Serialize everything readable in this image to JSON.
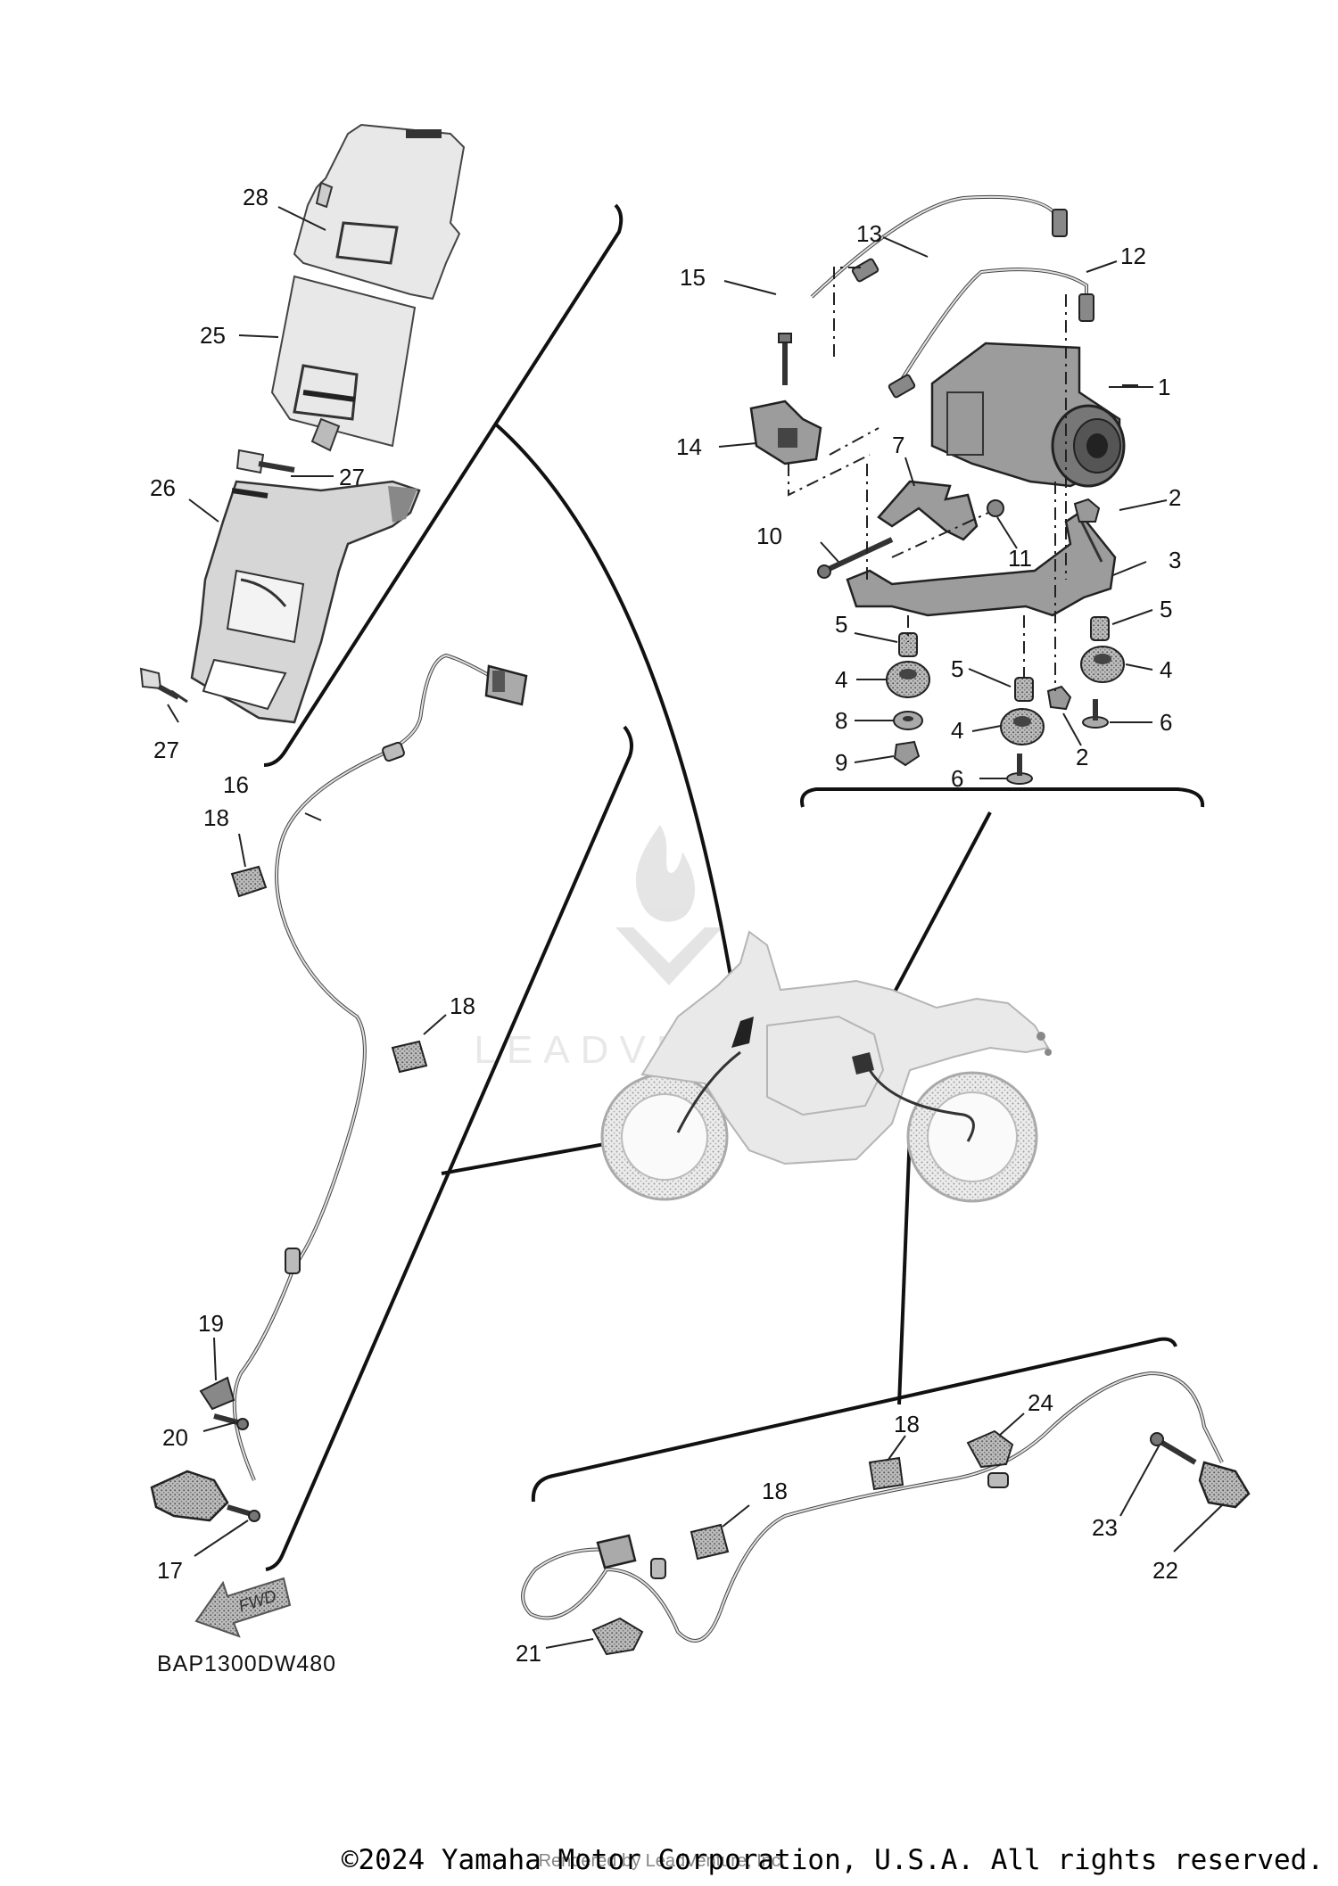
{
  "diagram": {
    "diagram_code": "BAP1300DW480",
    "fwd_label": "FWD",
    "copyright": "©2024 Yamaha Motor Corporation, U.S.A. All rights reserved.",
    "rendered_by": "Rendered by LeadVenture, Inc.",
    "watermark": "LEADVENTURE",
    "callouts": [
      {
        "id": "c1",
        "label": "1"
      },
      {
        "id": "c2a",
        "label": "2"
      },
      {
        "id": "c2b",
        "label": "2"
      },
      {
        "id": "c3",
        "label": "3"
      },
      {
        "id": "c4a",
        "label": "4"
      },
      {
        "id": "c4b",
        "label": "4"
      },
      {
        "id": "c4c",
        "label": "4"
      },
      {
        "id": "c5a",
        "label": "5"
      },
      {
        "id": "c5b",
        "label": "5"
      },
      {
        "id": "c5c",
        "label": "5"
      },
      {
        "id": "c6a",
        "label": "6"
      },
      {
        "id": "c6b",
        "label": "6"
      },
      {
        "id": "c7",
        "label": "7"
      },
      {
        "id": "c8",
        "label": "8"
      },
      {
        "id": "c9",
        "label": "9"
      },
      {
        "id": "c10",
        "label": "10"
      },
      {
        "id": "c11",
        "label": "11"
      },
      {
        "id": "c12",
        "label": "12"
      },
      {
        "id": "c13",
        "label": "13"
      },
      {
        "id": "c14",
        "label": "14"
      },
      {
        "id": "c15",
        "label": "15"
      },
      {
        "id": "c16",
        "label": "16"
      },
      {
        "id": "c17",
        "label": "17"
      },
      {
        "id": "c18a",
        "label": "18"
      },
      {
        "id": "c18b",
        "label": "18"
      },
      {
        "id": "c18c",
        "label": "18"
      },
      {
        "id": "c18d",
        "label": "18"
      },
      {
        "id": "c19",
        "label": "19"
      },
      {
        "id": "c20",
        "label": "20"
      },
      {
        "id": "c21",
        "label": "21"
      },
      {
        "id": "c22",
        "label": "22"
      },
      {
        "id": "c23",
        "label": "23"
      },
      {
        "id": "c24",
        "label": "24"
      },
      {
        "id": "c25",
        "label": "25"
      },
      {
        "id": "c26",
        "label": "26"
      },
      {
        "id": "c27a",
        "label": "27"
      },
      {
        "id": "c27b",
        "label": "27"
      },
      {
        "id": "c28",
        "label": "28"
      }
    ]
  }
}
